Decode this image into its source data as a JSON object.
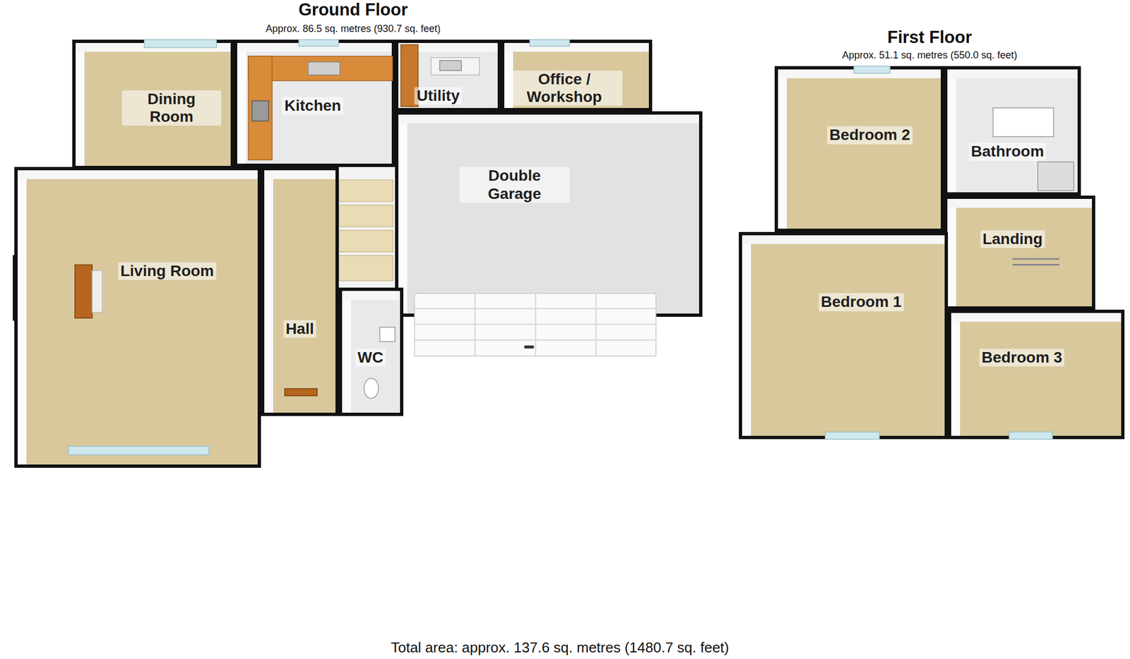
{
  "diagram": {
    "caption": "Total area: approx. 137.6 sq. metres (1480.7 sq. feet)",
    "nodes": [
      {
        "text": [
          "Ground Floor",
          "Approx. 86.5 sq. metres (930.7 sq. feet)"
        ]
      },
      {
        "text": [
          "Dining Room"
        ],
        "in": 0
      },
      {
        "text": [
          "Kitchen"
        ],
        "in": 0
      },
      {
        "text": [
          "Utility"
        ],
        "in": 0
      },
      {
        "text": [
          "Office / Workshop"
        ],
        "in": 0
      },
      {
        "text": [
          "Living Room"
        ],
        "in": 0
      },
      {
        "text": [
          "Double Garage"
        ],
        "in": 0
      },
      {
        "text": [
          "Hall"
        ],
        "in": 0
      },
      {
        "text": [
          "WC"
        ],
        "in": 0
      },
      {
        "text": [
          "First Floor",
          "Approx. 51.1 sq. metres (550.0 sq. feet)"
        ]
      },
      {
        "text": [
          "Bedroom 2"
        ],
        "in": 9
      },
      {
        "text": [
          "Bathroom"
        ],
        "in": 9
      },
      {
        "text": [
          "Landing"
        ],
        "in": 9
      },
      {
        "text": [
          "Bedroom 1"
        ],
        "in": 9
      },
      {
        "text": [
          "Bedroom 3"
        ],
        "in": 9
      }
    ]
  }
}
